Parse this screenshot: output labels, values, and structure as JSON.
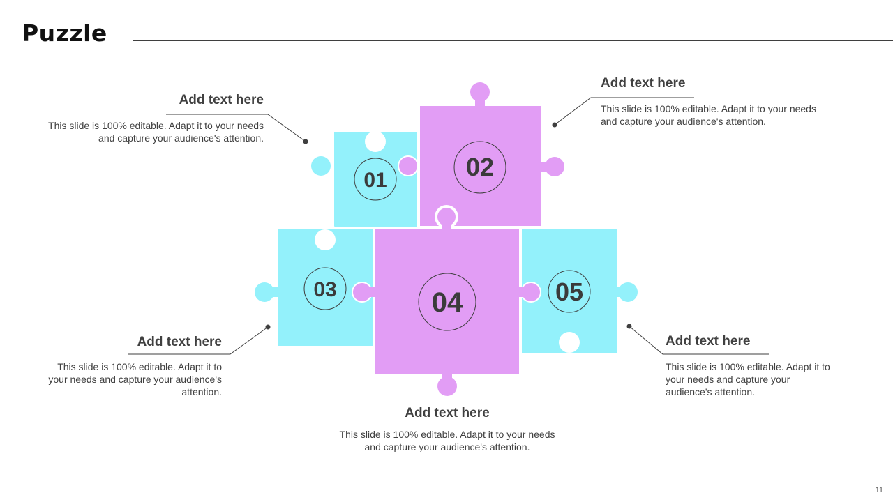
{
  "slide": {
    "title": "Puzzle",
    "page_number": "11"
  },
  "colors": {
    "cyan": "#93f1fb",
    "violet": "#e29df5",
    "line": "#3f3f3f",
    "text": "#404040"
  },
  "pieces": [
    {
      "id": "piece-01",
      "number": "01",
      "color": "cyan"
    },
    {
      "id": "piece-02",
      "number": "02",
      "color": "violet"
    },
    {
      "id": "piece-03",
      "number": "03",
      "color": "cyan"
    },
    {
      "id": "piece-04",
      "number": "04",
      "color": "violet"
    },
    {
      "id": "piece-05",
      "number": "05",
      "color": "cyan"
    }
  ],
  "callouts": [
    {
      "heading": "Add text here",
      "body": "This slide is 100% editable. Adapt it to your needs and capture your audience's attention."
    },
    {
      "heading": "Add text here",
      "body": "This slide is 100% editable. Adapt it to your needs and capture your audience's attention."
    },
    {
      "heading": "Add text here",
      "body": "This slide is 100% editable. Adapt it to your needs and capture your audience's attention."
    },
    {
      "heading": "Add text here",
      "body": "This slide is 100% editable. Adapt it to your needs and capture your audience's attention."
    },
    {
      "heading": "Add text here",
      "body": "This slide is 100% editable. Adapt it to your needs and capture your audience's attention."
    }
  ]
}
